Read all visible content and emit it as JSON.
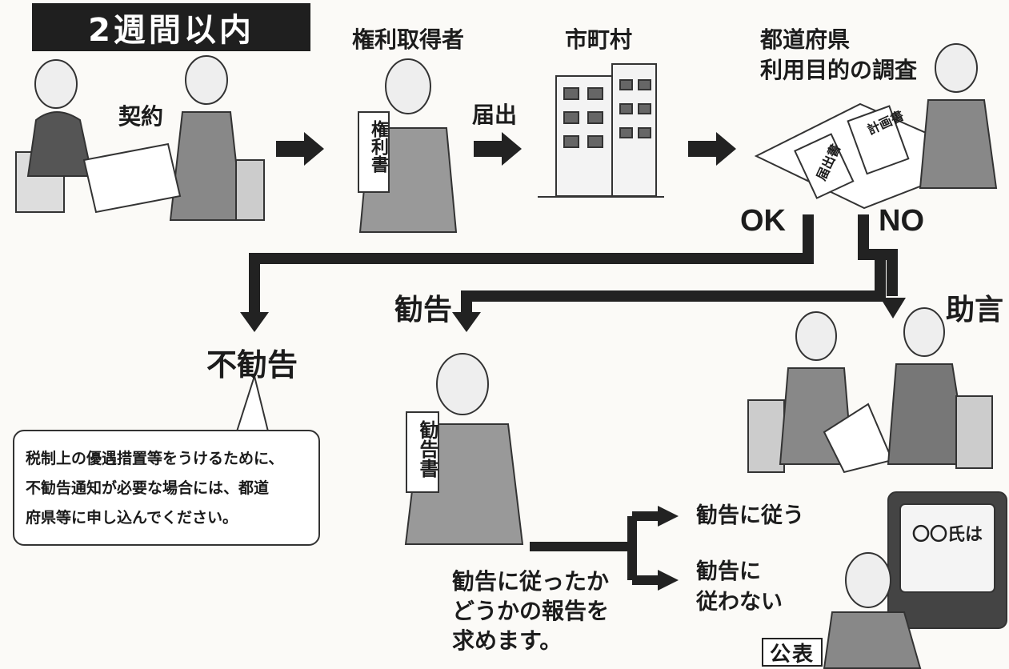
{
  "title": "2週間以内",
  "nodes": {
    "contract": "契約",
    "rights_acquirer": "権利取得者",
    "municipality": "市町村",
    "prefecture_line1": "都道府県",
    "prefecture_line2": "利用目的の調査",
    "notification": "届出",
    "ok": "OK",
    "no": "NO",
    "recommendation": "勧告",
    "advice": "助言",
    "no_recommendation": "不勧告",
    "comply": "勧告に従う",
    "not_comply_line1": "勧告に",
    "not_comply_line2": "従わない",
    "report_line1": "勧告に従ったか",
    "report_line2": "どうかの報告を",
    "report_line3": "求めます。",
    "publication": "公表"
  },
  "callout": {
    "line1": "税制上の優遇措置等をうけるために、",
    "line2": "不勧告通知が必要な場合には、都道",
    "line3": "府県等に申し込んでください。"
  },
  "documents": {
    "rights_doc": "権利書",
    "recommendation_doc": "勧告書",
    "plan_doc": "計画書",
    "notice_doc": "届出書",
    "tv_text": "〇〇氏は"
  }
}
